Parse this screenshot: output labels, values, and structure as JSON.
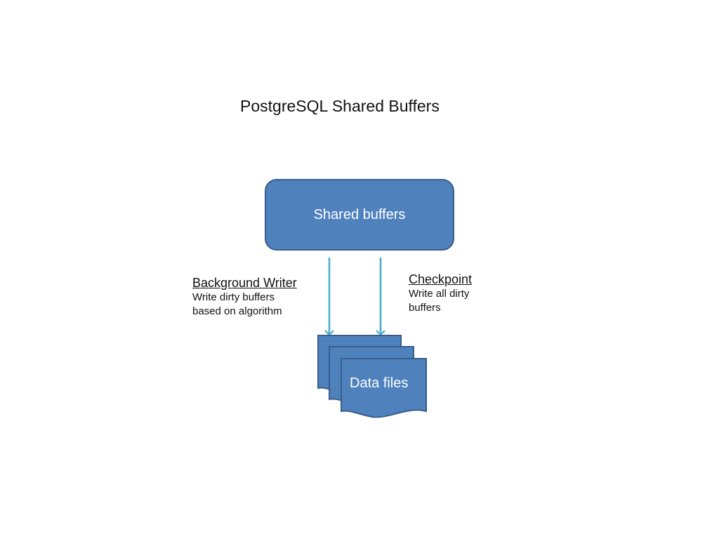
{
  "title": "PostgreSQL Shared Buffers",
  "nodes": {
    "shared_buffers": "Shared buffers",
    "data_files": "Data files"
  },
  "background_writer": {
    "heading": "Background Writer",
    "lines": [
      "Write dirty buffers",
      "based on algorithm"
    ]
  },
  "checkpoint": {
    "heading": "Checkpoint",
    "lines": [
      "Write all dirty",
      "buffers"
    ]
  },
  "colors": {
    "shape_fill": "#4f81bd",
    "shape_border": "#385d8a",
    "arrow": "#4bacc6",
    "label_text": "#ffffff",
    "body_text": "#111111"
  }
}
